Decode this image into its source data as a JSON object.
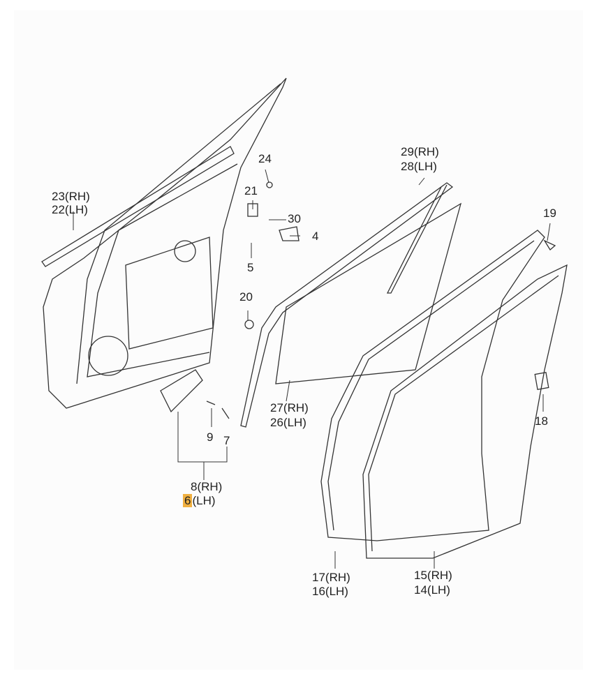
{
  "diagram": {
    "title": "",
    "highlight_color": "#f0b040",
    "callouts": {
      "c24": "24",
      "c23_22": {
        "rh": "23(RH)",
        "lh": "22(LH)"
      },
      "c21": "21",
      "c30": "30",
      "c4": "4",
      "c5": "5",
      "c20": "20",
      "c29_28": {
        "rh": "29(RH)",
        "lh": "28(LH)"
      },
      "c19": "19",
      "c27_26": {
        "rh": "27(RH)",
        "lh": "26(LH)"
      },
      "c18": "18",
      "c9": "9",
      "c7": "7",
      "c8_6": {
        "rh": "8(RH)",
        "lh_num": "6",
        "lh_suffix": "(LH)"
      },
      "c17_16": {
        "rh": "17(RH)",
        "lh": "16(LH)"
      },
      "c15_14": {
        "rh": "15(RH)",
        "lh": "14(LH)"
      }
    }
  }
}
